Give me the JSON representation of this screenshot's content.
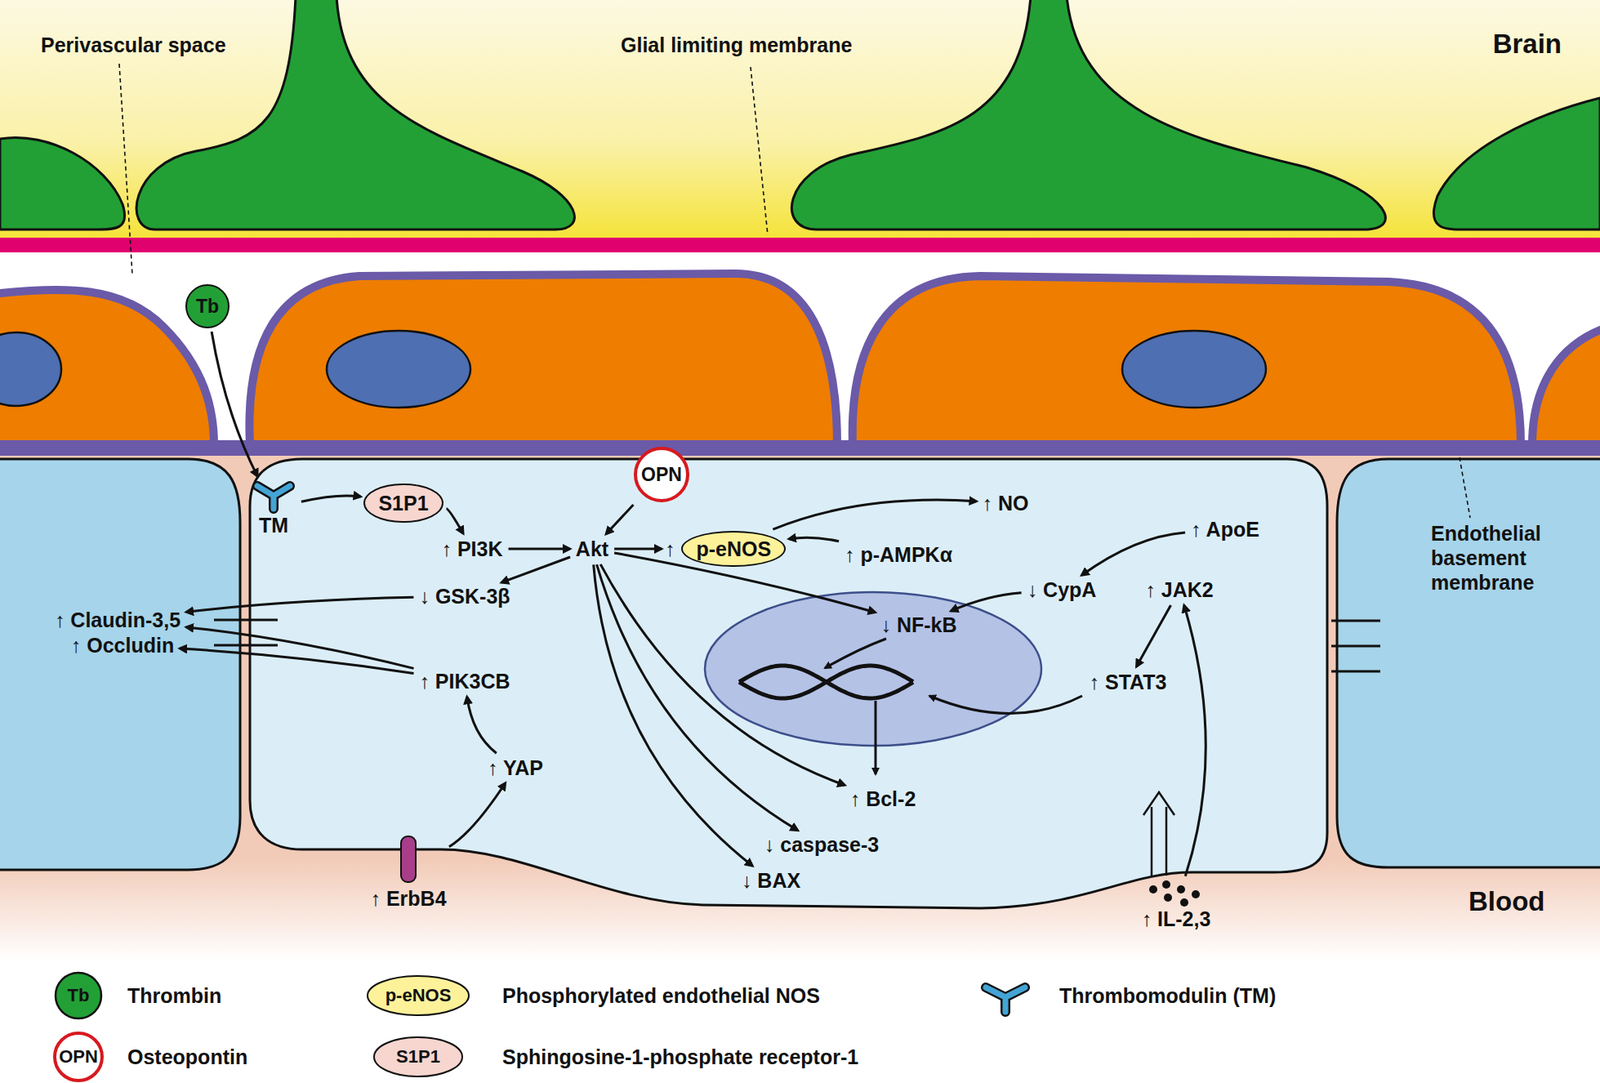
{
  "diagram": {
    "nodes": [
      {
        "text": [
          "Tb"
        ]
      },
      {
        "text": [
          "TM"
        ]
      },
      {
        "text": [
          "S1P1"
        ]
      },
      {
        "text": [
          "OPN"
        ]
      },
      {
        "text": [
          "↑ PI3K"
        ]
      },
      {
        "text": [
          "Akt"
        ]
      },
      {
        "text": [
          "↑",
          "p-eNOS"
        ]
      },
      {
        "text": [
          "↑ NO"
        ]
      },
      {
        "text": [
          "↑ p-AMPKα"
        ]
      },
      {
        "text": [
          "↑ ApoE"
        ]
      },
      {
        "text": [
          "↓ GSK-3β"
        ]
      },
      {
        "text": [
          "↓ CypA"
        ]
      },
      {
        "text": [
          "↑ JAK2"
        ]
      },
      {
        "text": [
          "↓ NF-kB"
        ]
      },
      {
        "text": [
          "↑ Claudin-3,5"
        ]
      },
      {
        "text": [
          "↑ Occludin"
        ]
      },
      {
        "text": [
          "↑ PIK3CB"
        ]
      },
      {
        "text": [
          "↑ STAT3"
        ]
      },
      {
        "text": [
          "↑ YAP"
        ]
      },
      {
        "text": [
          "↑ Bcl-2"
        ]
      },
      {
        "text": [
          "↓ caspase-3"
        ]
      },
      {
        "text": [
          "↓ BAX"
        ]
      },
      {
        "text": [
          "↑ ErbB4"
        ]
      },
      {
        "text": [
          "↑ IL-2,3"
        ]
      }
    ],
    "edges": [
      {
        "from": 0,
        "to": 1,
        "arrow": "to"
      },
      {
        "from": 1,
        "to": 2,
        "arrow": "to"
      },
      {
        "from": 2,
        "to": 4,
        "arrow": "to"
      },
      {
        "from": 4,
        "to": 5,
        "arrow": "to"
      },
      {
        "from": 3,
        "to": 5,
        "arrow": "to"
      },
      {
        "from": 5,
        "to": 6,
        "arrow": "to"
      },
      {
        "from": 6,
        "to": 7,
        "arrow": "to"
      },
      {
        "from": 8,
        "to": 6,
        "arrow": "to"
      },
      {
        "from": 9,
        "to": 11,
        "arrow": "to"
      },
      {
        "from": 11,
        "to": 13,
        "arrow": "to"
      },
      {
        "from": 5,
        "to": 13,
        "arrow": "to"
      },
      {
        "from": 5,
        "to": 10,
        "arrow": "to"
      },
      {
        "from": 10,
        "to": 14,
        "arrow": "to"
      },
      {
        "from": 16,
        "to": 14,
        "arrow": "to"
      },
      {
        "from": 16,
        "to": 15,
        "arrow": "to"
      },
      {
        "from": 18,
        "to": 16,
        "arrow": "to"
      },
      {
        "from": 22,
        "to": 18,
        "arrow": "to"
      },
      {
        "from": 5,
        "to": 19,
        "arrow": "to"
      },
      {
        "from": 5,
        "to": 20,
        "arrow": "to"
      },
      {
        "from": 5,
        "to": 21,
        "arrow": "to"
      },
      {
        "from": 12,
        "to": 17,
        "arrow": "to"
      },
      {
        "from": 23,
        "to": 12,
        "arrow": "to"
      }
    ],
    "labels": [
      "Perivascular space",
      "Glial limiting membrane",
      "Brain",
      "Endothelial basement membrane",
      "Blood",
      "Tb",
      "OPN",
      "p-eNOS",
      "S1P1"
    ],
    "legend": [
      {
        "text": "Thrombin"
      },
      {
        "text": "Phosphorylated endothelial NOS"
      },
      {
        "text": "Thrombomodulin (TM)"
      },
      {
        "text": "Osteopontin"
      },
      {
        "text": "Sphingosine-1-phosphate receptor-1"
      }
    ]
  }
}
